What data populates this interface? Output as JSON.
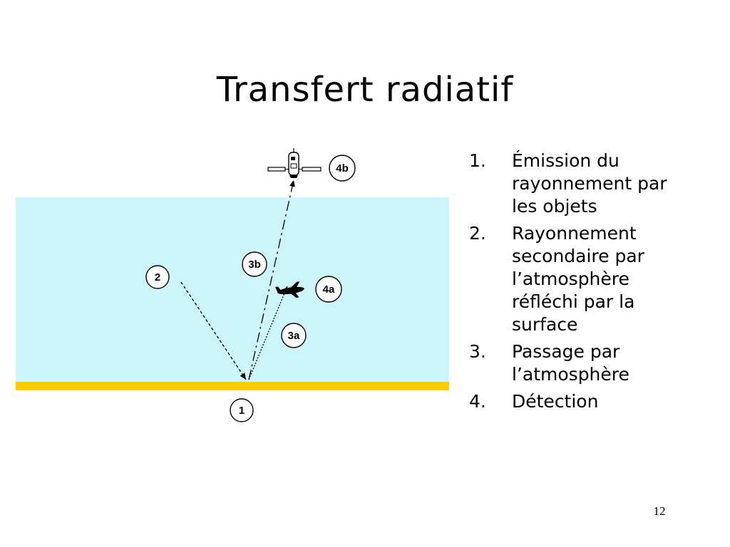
{
  "title": "Transfert radiatif",
  "diagram": {
    "colors": {
      "atmosphere": "#ccf5fa",
      "surface": "#ffcc00",
      "ink": "#000000"
    },
    "labels": {
      "surface_point": "1",
      "secondary_radiation": "2",
      "path_to_aircraft": "3a",
      "path_to_satellite": "3b",
      "aircraft": "4a",
      "satellite": "4b"
    },
    "icons": [
      "satellite-icon",
      "airplane-icon"
    ]
  },
  "steps": [
    {
      "number": "1.",
      "lines": [
        "Émission du",
        "rayonnement par",
        "les objets"
      ]
    },
    {
      "number": "2.",
      "lines": [
        "Rayonnement",
        "secondaire par",
        "l’atmosphère",
        "réfléchi par la",
        "surface"
      ]
    },
    {
      "number": "3.",
      "lines": [
        "Passage par",
        "l’atmosphère"
      ]
    },
    {
      "number": "4.",
      "lines": [
        "Détection"
      ]
    }
  ],
  "page_number": "12"
}
